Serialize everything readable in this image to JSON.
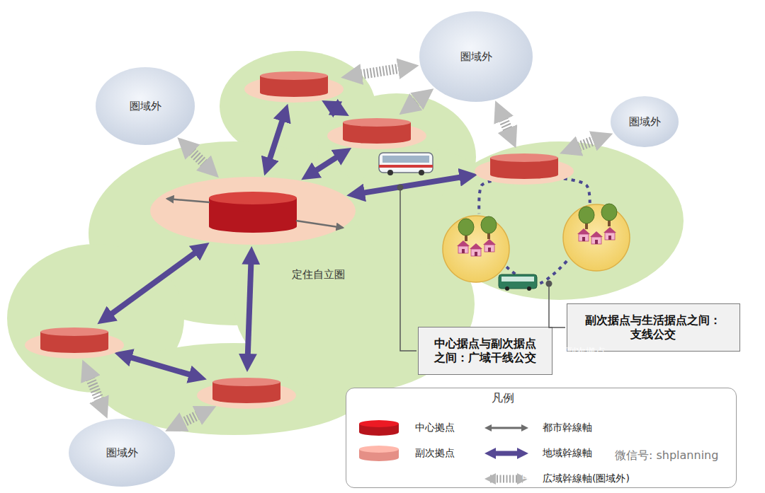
{
  "diagram": {
    "nodes": [
      {
        "text": [
          "定住自立圏"
        ]
      },
      {
        "text": [
          "副次拠点"
        ],
        "in": 0
      },
      {
        "text": [
          "副次拠点"
        ],
        "in": 0
      },
      {
        "text": [
          "副次拠点"
        ],
        "in": 0
      },
      {
        "text": [
          "中心拠点"
        ],
        "in": 0
      },
      {
        "text": [
          "集落"
        ],
        "in": 0
      },
      {
        "text": [
          "集落"
        ],
        "in": 0
      },
      {
        "text": [
          "副次拠点"
        ],
        "in": 0
      },
      {
        "text": [
          "副次拠点"
        ],
        "in": 0
      },
      {
        "text": [
          "圏域外"
        ]
      },
      {
        "text": [
          "圏域外"
        ]
      },
      {
        "text": [
          "圏域外"
        ]
      },
      {
        "text": [
          "圏域外"
        ]
      },
      {
        "text": [
          "中心据点与副次据点 之间：广域干线公交"
        ]
      },
      {
        "text": [
          "副次据点与生活据点之间： 支线公交"
        ]
      }
    ],
    "edges": [
      {
        "from": 4,
        "to": 1,
        "arrow": "both"
      },
      {
        "from": 1,
        "to": 2,
        "arrow": "both"
      },
      {
        "from": 4,
        "to": 2,
        "arrow": "both"
      },
      {
        "from": 4,
        "to": 3,
        "arrow": "both"
      },
      {
        "from": 4,
        "to": 7,
        "arrow": "both"
      },
      {
        "from": 4,
        "to": 8,
        "arrow": "both"
      },
      {
        "from": 7,
        "to": 8,
        "arrow": "both"
      },
      {
        "from": 9,
        "to": 4,
        "arrow": "both"
      },
      {
        "from": 1,
        "to": 10,
        "arrow": "both"
      },
      {
        "from": 2,
        "to": 10,
        "arrow": "both"
      },
      {
        "from": 10,
        "to": 3,
        "arrow": "both"
      },
      {
        "from": 3,
        "to": 11,
        "arrow": "both"
      },
      {
        "from": 7,
        "to": 12,
        "arrow": "both"
      },
      {
        "from": 8,
        "to": 12,
        "arrow": "both"
      },
      {
        "from": 3,
        "to": 5,
        "arrow": "none"
      },
      {
        "from": 3,
        "to": 6,
        "arrow": "none"
      },
      {
        "from": 5,
        "to": 6,
        "arrow": "none"
      }
    ],
    "labels": [
      "凡例",
      "微信号: shplanning"
    ],
    "legend": [
      {
        "text": "中心拠点",
        "color": "#b8141c"
      },
      {
        "text": "都市幹線軸"
      },
      {
        "text": "副次拠点",
        "color": "#e58f86"
      },
      {
        "text": "地域幹線軸"
      },
      {
        "text": "広域幹線軸(圏域外)"
      }
    ]
  }
}
